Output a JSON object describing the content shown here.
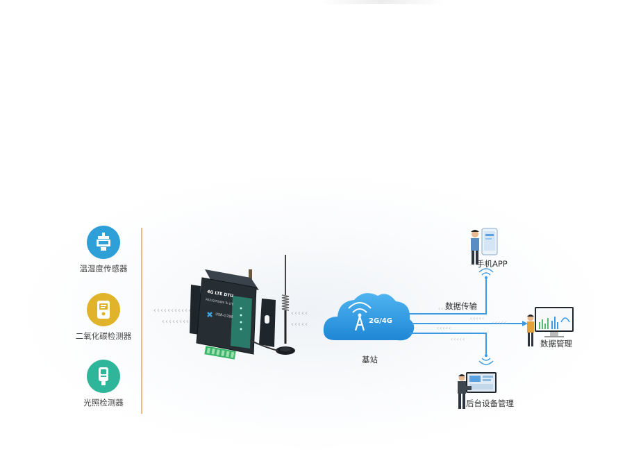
{
  "sensors": [
    {
      "label": "温湿度传感器",
      "icon": "thermo-hygrometer-icon",
      "color": "#2f9fd8"
    },
    {
      "label": "二氧化碳检测器",
      "icon": "co2-detector-icon",
      "color": "#e0b32a"
    },
    {
      "label": "光照检测器",
      "icon": "light-meter-icon",
      "color": "#2fb59a"
    }
  ],
  "dtu": {
    "title": "4G LTE DTU",
    "subtitle": "RS232/RS485 To LTE",
    "model": "USR-G786"
  },
  "cloud": {
    "network_label": "2G/4G",
    "caption": "基站"
  },
  "links": {
    "data_transfer_label": "数据传输",
    "arrow_glyphs": "‹‹‹‹‹‹‹‹‹‹‹‹‹‹",
    "short_arrow_glyphs": "‹‹‹‹‹"
  },
  "endpoints": {
    "mobile_app": "手机APP",
    "data_management": "数据管理",
    "backend_management": "后台设备管理"
  },
  "colors": {
    "line_blue": "#3b9ae1",
    "divider_orange": "#f0b883",
    "cloud_blue": "#2f9ee6"
  }
}
